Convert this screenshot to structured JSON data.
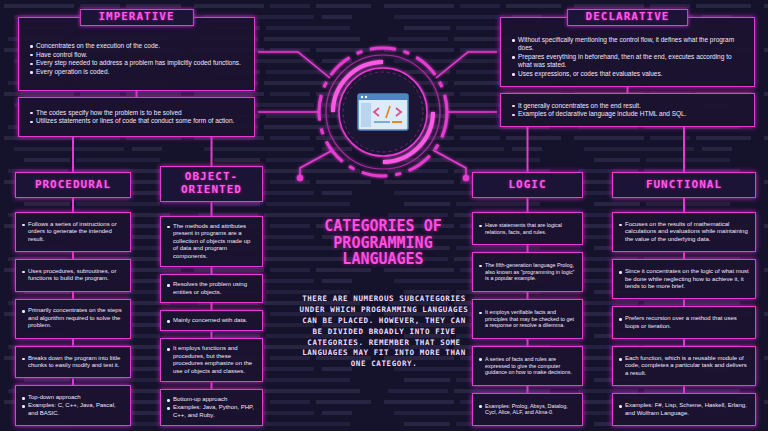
{
  "diagram": {
    "title": "CATEGORIES OF PROGRAMMING LANGUAGES",
    "caption": "THERE ARE NUMEROUS SUBCATEGORIES UNDER WHICH PROGRAMMING LANGUAGES CAN BE PLACED. HOWEVER, THEY CAN BE DIVIDED BROADLY INTO FIVE CATEGORIES. REMEMBER THAT SOME LANGUAGES MAY FIT INTO MORE THAN ONE CATEGORY.",
    "nodes": [
      {
        "text": [
          "IMPERATIVE",
          "Concentrates on the execution of the code.",
          "Have control flow.",
          "Every step needed to address a problem has implicitly coded functions.",
          "Every operation is coded."
        ]
      },
      {
        "text": [
          "The codes specify how the problem is to be solved",
          "Utilizes statements or lines of code that conduct some form of action."
        ]
      },
      {
        "text": [
          "DECLARATIVE",
          "Without specifically mentioning the control flow, it defines what the program does.",
          "Prepares everything in beforehand, then at the end, executes according to what was stated.",
          "Uses expressions, or codes that evaluates values."
        ]
      },
      {
        "text": [
          "It generally concentrates on the end result.",
          "Examples of declarative language include HTML and SQL."
        ]
      },
      {
        "text": [
          "PROCEDURAL"
        ]
      },
      {
        "text": [
          "Follows a series of instructions or orders to generate the intended result."
        ]
      },
      {
        "text": [
          "Uses procedures, subroutines, or functions to build the program."
        ]
      },
      {
        "text": [
          "Primarily concentrates on the steps and algorithm required to solve the problem."
        ]
      },
      {
        "text": [
          "Breaks down the program into little chunks to easily modify and test it."
        ]
      },
      {
        "text": [
          "Top-down approach",
          "Examples: C, C++, Java, Pascal, and BASIC."
        ]
      },
      {
        "text": [
          "OBJECT-ORIENTED"
        ]
      },
      {
        "text": [
          "The methods and attributes present in programs are a collection of objects made up of data and program components."
        ]
      },
      {
        "text": [
          "Resolves the problem using entities or objects."
        ]
      },
      {
        "text": [
          "Mainly concerned with data."
        ]
      },
      {
        "text": [
          "It employs functions and procedures, but these procedures emphasize on the use of objects and classes."
        ]
      },
      {
        "text": [
          "Bottom-up approach",
          "Examples: Java, Python, PHP, C++, and Ruby."
        ]
      },
      {
        "text": [
          "LOGIC"
        ]
      },
      {
        "text": [
          "Have statements that are logical relations, facts, and rules."
        ]
      },
      {
        "text": [
          "The fifth-generation language Prolog, also known as \"programming in logic\" is a popular example."
        ]
      },
      {
        "text": [
          "It employs verifiable facts and principles that may be checked to get a response or resolve a dilemma."
        ]
      },
      {
        "text": [
          "A series of facts and rules are expressed to give the computer guidance on how to make decisions."
        ]
      },
      {
        "text": [
          "Examples: Prolog, Absys, Datalog, Cycl, Alice, ALF, and Alma-0."
        ]
      },
      {
        "text": [
          "FUNCTIONAL"
        ]
      },
      {
        "text": [
          "Focuses on the results of mathematical calculations and evaluations while maintaining the value of the underlying data."
        ]
      },
      {
        "text": [
          "Since it concentrates on the logic of what must be done while neglecting how to achieve it, it tends to be more brief."
        ]
      },
      {
        "text": [
          "Prefers recursion over a method that uses loops or iteration."
        ]
      },
      {
        "text": [
          "Each function, which is a reusable module of code, completes a particular task and delivers a result."
        ]
      },
      {
        "text": [
          "Examples: F#, Lisp, Scheme, Haskell, Erlang, and Wolfram Language."
        ]
      }
    ],
    "edges": [
      {
        "from": 0,
        "to": 1,
        "arrow": "none"
      },
      {
        "from": 1,
        "to": 4,
        "arrow": "none"
      },
      {
        "from": 1,
        "to": 10,
        "arrow": "none"
      },
      {
        "from": 2,
        "to": 3,
        "arrow": "none"
      },
      {
        "from": 3,
        "to": 16,
        "arrow": "none"
      },
      {
        "from": 3,
        "to": 22,
        "arrow": "none"
      },
      {
        "from": 4,
        "to": 5,
        "arrow": "none"
      },
      {
        "from": 5,
        "to": 6,
        "arrow": "none"
      },
      {
        "from": 6,
        "to": 7,
        "arrow": "none"
      },
      {
        "from": 7,
        "to": 8,
        "arrow": "none"
      },
      {
        "from": 8,
        "to": 9,
        "arrow": "none"
      },
      {
        "from": 10,
        "to": 11,
        "arrow": "none"
      },
      {
        "from": 11,
        "to": 12,
        "arrow": "none"
      },
      {
        "from": 12,
        "to": 13,
        "arrow": "none"
      },
      {
        "from": 13,
        "to": 14,
        "arrow": "none"
      },
      {
        "from": 14,
        "to": 15,
        "arrow": "none"
      },
      {
        "from": 16,
        "to": 17,
        "arrow": "none"
      },
      {
        "from": 17,
        "to": 18,
        "arrow": "none"
      },
      {
        "from": 18,
        "to": 19,
        "arrow": "none"
      },
      {
        "from": 19,
        "to": 20,
        "arrow": "none"
      },
      {
        "from": 20,
        "to": 21,
        "arrow": "none"
      },
      {
        "from": 22,
        "to": 23,
        "arrow": "none"
      },
      {
        "from": 23,
        "to": 24,
        "arrow": "none"
      },
      {
        "from": 24,
        "to": 25,
        "arrow": "none"
      },
      {
        "from": 25,
        "to": 26,
        "arrow": "none"
      },
      {
        "from": 26,
        "to": 27,
        "arrow": "none"
      }
    ]
  }
}
